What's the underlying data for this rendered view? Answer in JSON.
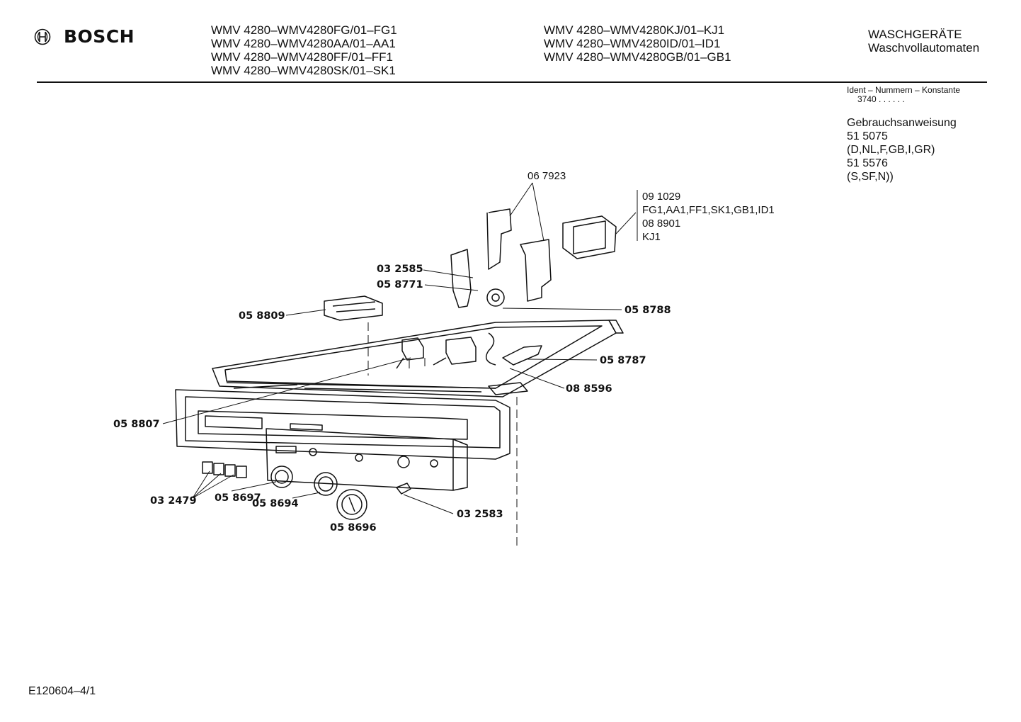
{
  "brand": {
    "name": "BOSCH",
    "logo_icon": "bosch-armature-icon"
  },
  "models": {
    "col1": [
      "WMV 4280–WMV4280FG/01–FG1",
      "WMV 4280–WMV4280AA/01–AA1",
      "WMV 4280–WMV4280FF/01–FF1",
      "WMV 4280–WMV4280SK/01–SK1"
    ],
    "col2": [
      "WMV 4280–WMV4280KJ/01–KJ1",
      "WMV 4280–WMV4280ID/01–ID1",
      "WMV 4280–WMV4280GB/01–GB1"
    ]
  },
  "category": {
    "line1": "WASCHGERÄTE",
    "line2": "Waschvollautomaten"
  },
  "ident": {
    "title": "Ident – Nummern – Konstante",
    "value": "3740  . .    . . . ."
  },
  "manual": {
    "title": "Gebrauchsanweisung",
    "lines": [
      "51 5075",
      "(D,NL,F,GB,I,GR)",
      "51 5576",
      "(S,SF,N))"
    ]
  },
  "callouts": {
    "c067923": "06 7923",
    "c091029": "09 1029",
    "variants1": "FG1,AA1,FF1,SK1,GB1,ID1",
    "c088901": "08 8901",
    "variants2": "KJ1",
    "c032585": "03 2585",
    "c058771": "05 8771",
    "c058809": "05 8809",
    "c058788": "05 8788",
    "c058787": "05 8787",
    "c088596": "08 8596",
    "c058807": "05 8807",
    "c032479": "03 2479",
    "c058697": "05 8697",
    "c058694": "05 8694",
    "c058696": "05 8696",
    "c032583": "03 2583"
  },
  "footer": {
    "code": "E120604–4/1"
  }
}
